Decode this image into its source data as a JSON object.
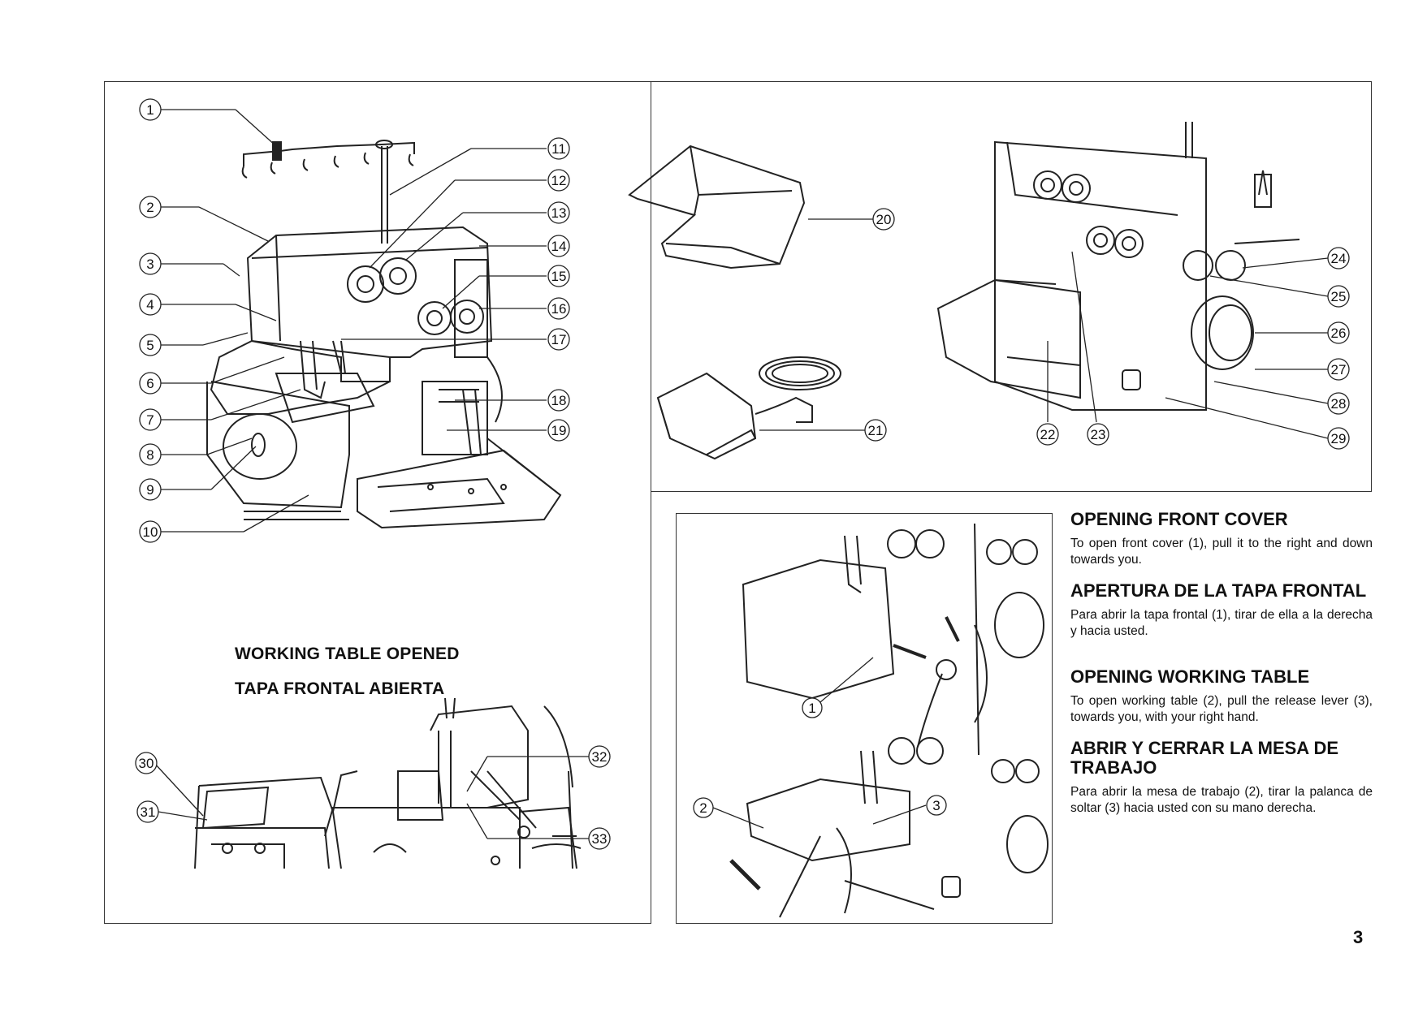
{
  "callouts": {
    "main": [
      "1",
      "2",
      "3",
      "4",
      "5",
      "6",
      "7",
      "8",
      "9",
      "10",
      "11",
      "12",
      "13",
      "14",
      "15",
      "16",
      "17",
      "18",
      "19"
    ],
    "accessories": [
      "20",
      "21"
    ],
    "side": [
      "22",
      "23",
      "24",
      "25",
      "26",
      "27",
      "28",
      "29"
    ],
    "table": [
      "30",
      "31",
      "32",
      "33"
    ],
    "detail": [
      "1",
      "2",
      "3"
    ]
  },
  "captions": {
    "working_table_opened": "WORKING TABLE OPENED",
    "tapa_frontal_abierta": "TAPA FRONTAL ABIERTA"
  },
  "sections": [
    {
      "heading": "OPENING FRONT COVER",
      "body": "To open front cover (1), pull it to the right and down towards you."
    },
    {
      "heading": "APERTURA DE LA TAPA FRONTAL",
      "body": "Para abrir la tapa frontal (1), tirar de ella a la derecha y hacia usted."
    },
    {
      "heading": "OPENING WORKING TABLE",
      "body": "To open working table (2), pull the release lever (3), towards you, with your right hand."
    },
    {
      "heading": "ABRIR Y CERRAR LA MESA DE TRABAJO",
      "body": "Para abrir la mesa de trabajo (2), tirar la palanca de soltar (3) hacia usted con su mano derecha."
    }
  ],
  "page_number": "3"
}
